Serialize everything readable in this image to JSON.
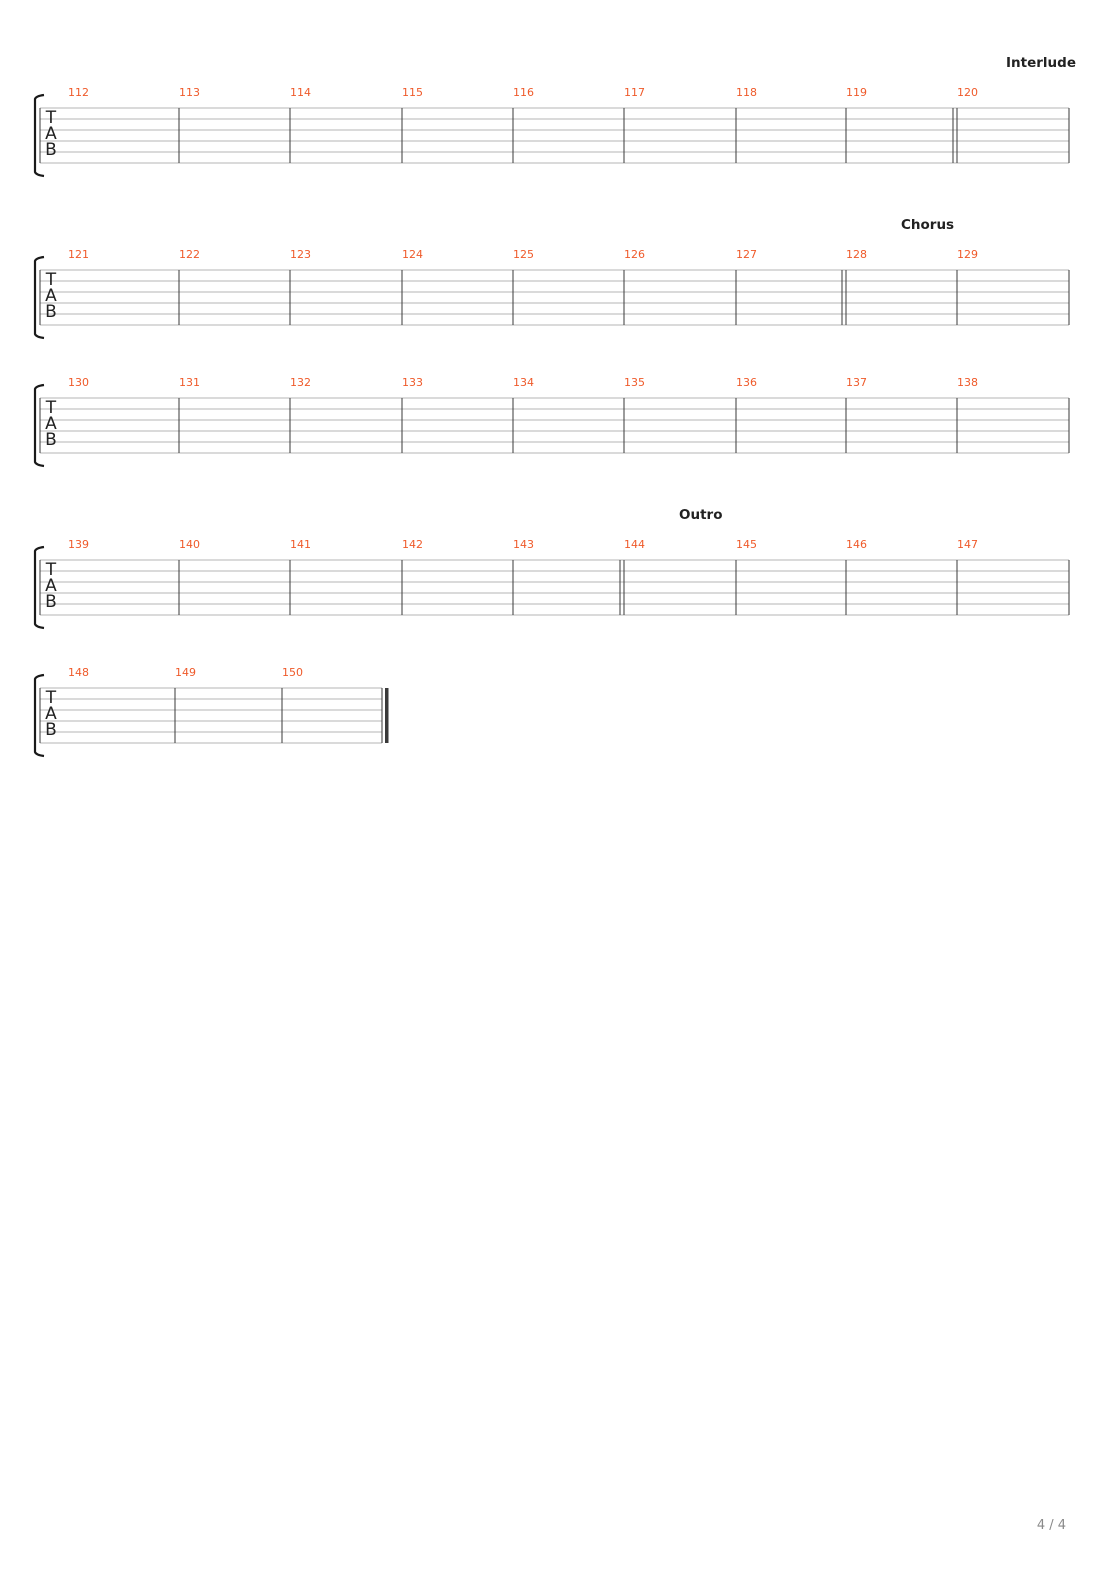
{
  "document": {
    "page_number": "4 / 4",
    "tab_clef": [
      "T",
      "A",
      "B"
    ],
    "colors": {
      "measure_number": "#ef5a2a",
      "staff_line": "#b4b4b4",
      "barline": "#3a3a3a",
      "text": "#222222",
      "bracket": "#1a1a1a",
      "page_number": "#8a8a8a"
    },
    "systems": [
      {
        "section": "Interlude",
        "measures": [
          "112",
          "113",
          "114",
          "115",
          "116",
          "117",
          "118",
          "119",
          "120"
        ],
        "double_bar_before": "120"
      },
      {
        "section": "Chorus",
        "measures": [
          "121",
          "122",
          "123",
          "124",
          "125",
          "126",
          "127",
          "128",
          "129"
        ],
        "double_bar_before": "128"
      },
      {
        "section": "",
        "measures": [
          "130",
          "131",
          "132",
          "133",
          "134",
          "135",
          "136",
          "137",
          "138"
        ],
        "double_bar_before": ""
      },
      {
        "section": "Outro",
        "measures": [
          "139",
          "140",
          "141",
          "142",
          "143",
          "144",
          "145",
          "146",
          "147"
        ],
        "double_bar_before": "144"
      },
      {
        "section": "",
        "measures": [
          "148",
          "149",
          "150"
        ],
        "double_bar_before": "",
        "final_bar": true
      }
    ]
  }
}
